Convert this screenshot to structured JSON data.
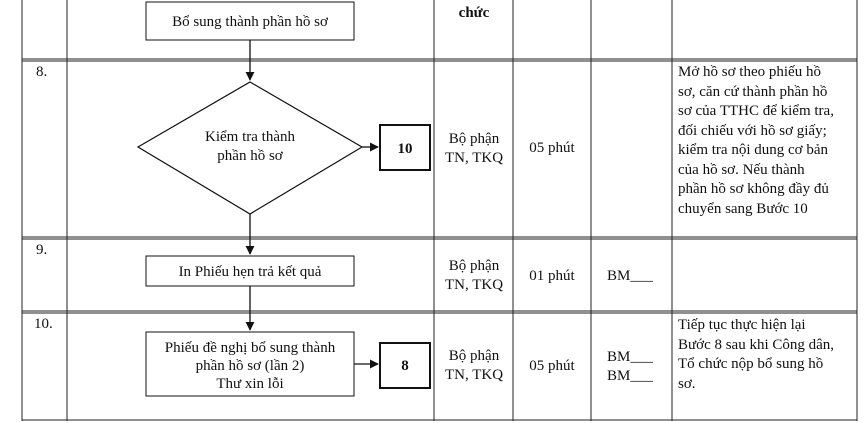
{
  "rows": [
    {
      "step": "",
      "flow": {
        "box": [
          "Bổ sung thành phần hồ sơ"
        ]
      },
      "responsible": [
        "chức"
      ],
      "time": "",
      "forms": [],
      "description": []
    },
    {
      "step": "8.",
      "flow": {
        "decision": [
          "Kiểm tra thành",
          "phần hồ sơ"
        ],
        "goto": "10"
      },
      "responsible": [
        "Bộ phận",
        "TN, TKQ"
      ],
      "time": "05 phút",
      "forms": [],
      "description": [
        "Mở hồ sơ theo phiếu hồ",
        "sơ, căn cứ thành phần hồ",
        "sơ của TTHC để kiểm tra,",
        "đối chiếu với hồ sơ giấy;",
        "kiểm tra nội dung cơ bản",
        "của hồ sơ. Nếu thành",
        "phần hồ sơ không đầy đủ",
        "chuyển sang Bước 10"
      ]
    },
    {
      "step": "9.",
      "flow": {
        "box": [
          "In Phiếu hẹn trả kết quả"
        ]
      },
      "responsible": [
        "Bộ phận",
        "TN, TKQ"
      ],
      "time": "01 phút",
      "forms": [
        "BM___"
      ],
      "description": []
    },
    {
      "step": "10.",
      "flow": {
        "box": [
          "Phiếu đề nghị bổ sung thành",
          "phần hồ sơ (lần 2)",
          "Thư xin lỗi"
        ],
        "goto": "8"
      },
      "responsible": [
        "Bộ phận",
        "TN, TKQ"
      ],
      "time": "05 phút",
      "forms": [
        "BM___",
        "BM___"
      ],
      "description": [
        "Tiếp tục thực hiện lại",
        "Bước 8 sau khi Công dân,",
        "Tổ chức nộp bổ sung hồ",
        "sơ."
      ]
    }
  ]
}
